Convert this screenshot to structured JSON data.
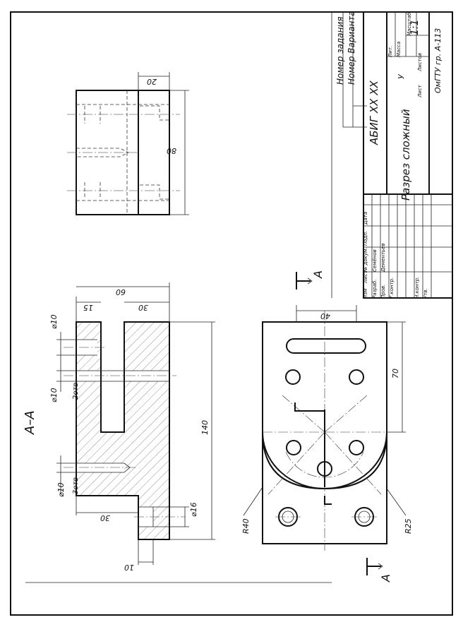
{
  "section_title": "А–А",
  "section_marks": {
    "top": "А",
    "bottom": "А"
  },
  "dims": {
    "front": {
      "d_top": "⌀10",
      "d_mid": "⌀10",
      "d_mid_note": "2отв",
      "d_low": "⌀10",
      "d_low_note": "3отв",
      "d_16": "⌀16",
      "w_15": "15",
      "w_30": "30",
      "w_60": "60",
      "w_140": "140",
      "w_30_bot": "30",
      "w_10": "10"
    },
    "top": {
      "w_20": "20",
      "w_80": "80"
    },
    "plan": {
      "w_40": "40",
      "w_70": "70",
      "r_40": "R40",
      "r_25": "R25"
    }
  },
  "title_block": {
    "leader_task": "Номер задания",
    "leader_variant": "Номер Варианта",
    "code": "АБИГ XX XX",
    "name": "Разрез сложный",
    "lit_header": "Лит.",
    "mass_header": "Масса",
    "scale_header": "Масштаб",
    "lit_value": "У",
    "scale_value": "1:1",
    "sheet_label": "Лист",
    "sheets_label": "Листов",
    "org": "ОмГТУ гр. А-113",
    "col_izm": "Изм",
    "col_list": "Лист",
    "col_doc": "№ докум.",
    "col_sign": "Подп.",
    "col_date": "Дата",
    "row_razrab": "Разраб.",
    "row_prov": "Пров.",
    "row_tkontr": "Т.контр.",
    "row_nkontr": "Н.контр.",
    "row_utv": "Утв.",
    "razrab_name": "Семёнов",
    "prov_name": "Дементьев"
  }
}
